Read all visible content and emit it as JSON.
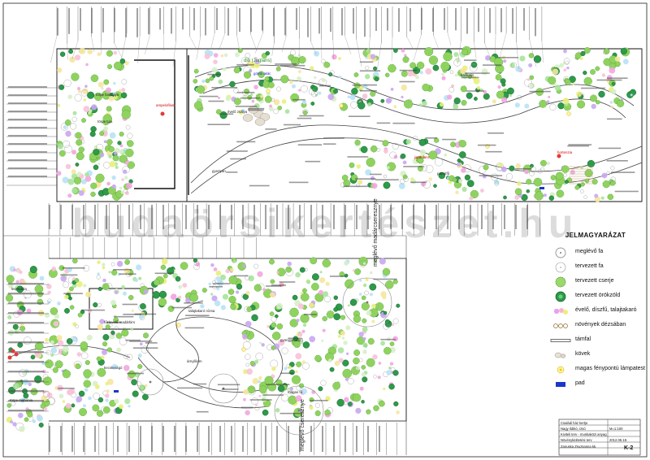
{
  "legend": {
    "title": "JELMAGYARÁZAT",
    "items": [
      {
        "label": "meglévő fa",
        "icon": "existing-tree-icon"
      },
      {
        "label": "tervezett fa",
        "icon": "planned-tree-icon"
      },
      {
        "label": "tervezett cserje",
        "icon": "planned-shrub-icon"
      },
      {
        "label": "tervezett örökzöld",
        "icon": "planned-evergreen-icon"
      },
      {
        "label": "évelő, díszfű, talajtakaró",
        "icon": "perennial-icon"
      },
      {
        "label": "növények dézsában",
        "icon": "potted-plant-icon"
      },
      {
        "label": "támfal",
        "icon": "retaining-wall-icon"
      },
      {
        "label": "kövek",
        "icon": "stones-icon"
      },
      {
        "label": "magas fénypontú lámpatest",
        "icon": "lamp-icon"
      },
      {
        "label": "pad",
        "icon": "bench-icon"
      }
    ]
  },
  "watermark": "budaörsikertészet.hu",
  "title_block": {
    "project": "Családi ház kertje",
    "location": "Nagy Ildikó, Izsó",
    "drawing": "Kiviteli terv - munkaközi anyag",
    "plan_type": "Növénykiültetési terv",
    "designer": "Zanuska Zsuzsanna kk.",
    "scale": "M=1:100",
    "date": "2012.06.18.",
    "code": "K-2"
  },
  "plan_labels": {
    "dio": "dió (Juglans)",
    "meglevo_vadgesztenye": "meglévő madárcseresznye",
    "meglevo_cseresznye": "meglévő cseresznye",
    "gomb_akac": "gömb akác",
    "ampelofilum": "ampelofilum",
    "borbolya": "törpe borbolya",
    "levendula": "levendula",
    "gyertyan": "gyertyán",
    "japanlonc": "japánlonc",
    "pazsitfu": "pázsitfű",
    "kecskerago": "kecskerágó",
    "gyoker": "gyöngyvessző",
    "hortenzia": "hortenzia",
    "hosta": "árnyliliom",
    "fuzlevelu": "fűzlevelű madárbirs",
    "toboz": "törpe tuja",
    "magas": "magas fű",
    "rozsa": "talajtakaró rózsa",
    "szulo": "évelő zsálya",
    "kankalin": "kankalin",
    "ternes": "törpe mahónia"
  }
}
